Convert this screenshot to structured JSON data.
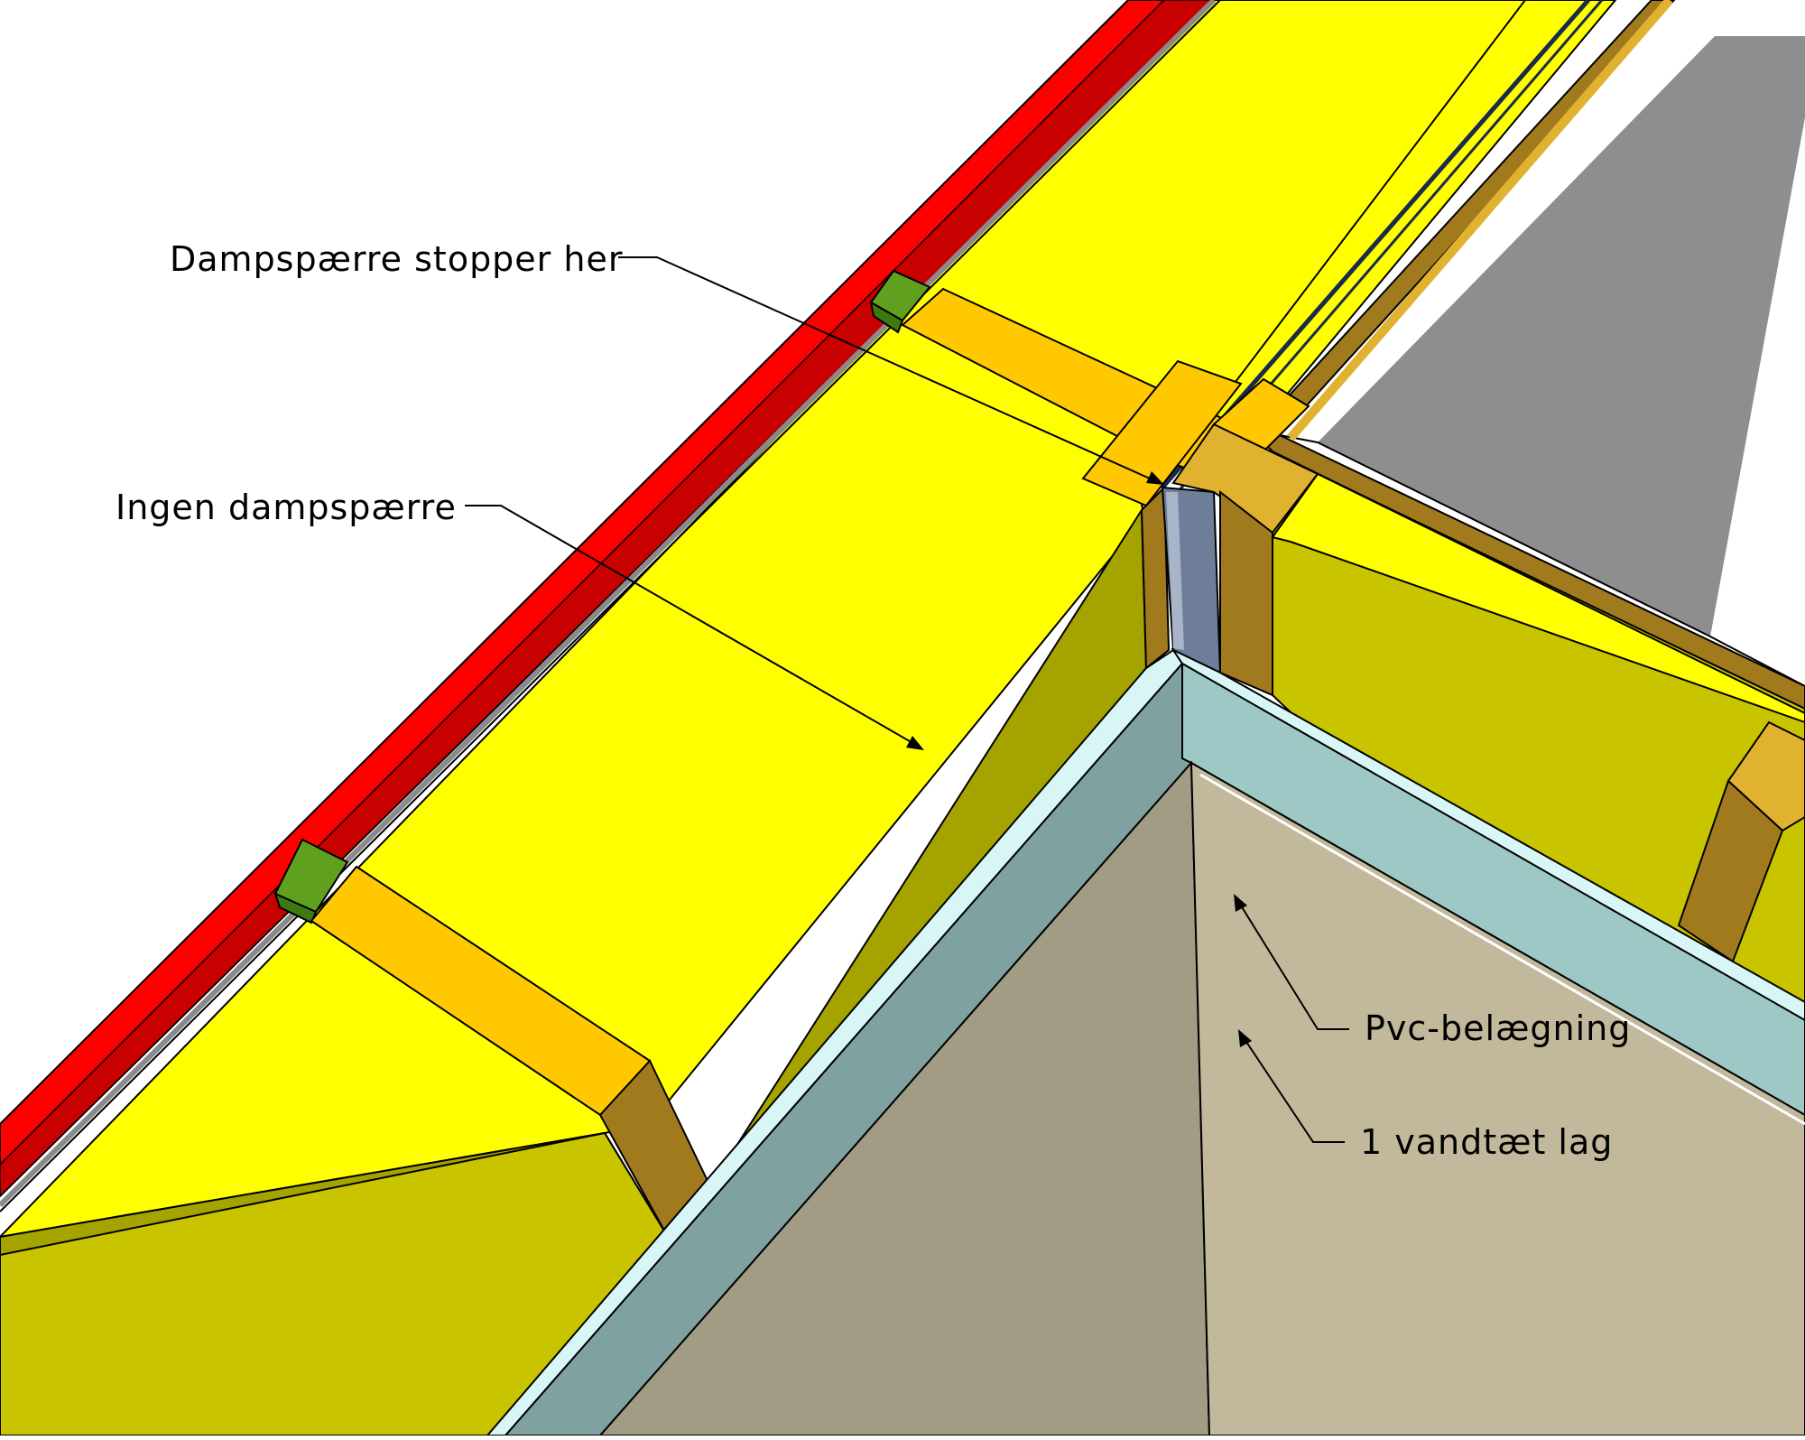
{
  "labels": {
    "vapour_barrier_stops": "Dampspærre stopper her",
    "no_vapour_barrier": "Ingen dampspærre",
    "pvc_coating": "Pvc-belægning",
    "waterproof_layer": "1 vandtæt lag"
  },
  "colors": {
    "insulation_top": "#FFFF00",
    "insulation_side": "#A5A300",
    "insulation_side_light": "#C8C500",
    "rafter_top": "#FFC800",
    "rafter_side": "#A27A1E",
    "rafter_face": "#E0B22F",
    "red_edge": "#FF0000",
    "red_edge_dark": "#C80000",
    "green_block": "#5FA01E",
    "grey_surface": "#8E8E8E",
    "pvc_frame": "#9EC8C6",
    "pvc_frame_dark": "#7FA2A0",
    "pvc_edge_light": "#D8F6F6",
    "floor_left": "#A39C85",
    "floor_right": "#C2B99C",
    "metal_post": "#6E7E98"
  }
}
